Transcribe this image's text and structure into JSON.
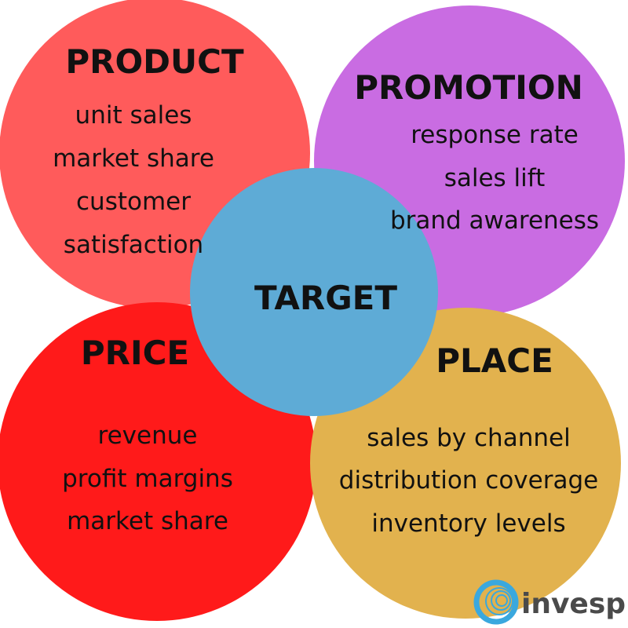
{
  "colors": {
    "product": "#FF5B5B",
    "promotion": "#C96CE2",
    "price": "#FF1A1A",
    "place": "#E2B24E",
    "target": "#5EABD6",
    "logo_ring": "#3AA8DE",
    "logo_text": "#4A4A4A"
  },
  "product": {
    "title": "PRODUCT",
    "items": [
      "unit sales",
      "market share",
      "customer",
      "satisfaction"
    ]
  },
  "promotion": {
    "title": "PROMOTION",
    "items": [
      "response rate",
      "sales lift",
      "brand awareness"
    ]
  },
  "target": {
    "title": "TARGET"
  },
  "price": {
    "title": "PRICE",
    "items": [
      "revenue",
      "profit margins",
      "market share"
    ]
  },
  "place": {
    "title": "PLACE",
    "items": [
      "sales by channel",
      "distribution coverage",
      "inventory levels"
    ]
  },
  "logo": {
    "text": "invesp",
    "icon": "concentric-rings-icon"
  }
}
